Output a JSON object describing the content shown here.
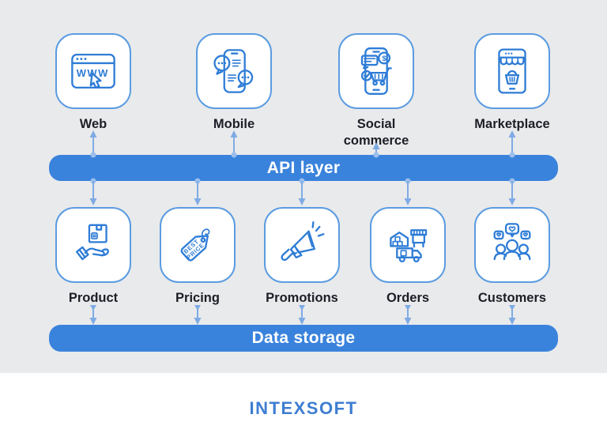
{
  "diagram": {
    "channels": [
      {
        "label": "Web",
        "icon": "web-icon"
      },
      {
        "label": "Mobile",
        "icon": "mobile-icon"
      },
      {
        "label": "Social commerce",
        "icon": "social-commerce-icon"
      },
      {
        "label": "Marketplace",
        "icon": "marketplace-icon"
      }
    ],
    "api_layer_label": "API layer",
    "services": [
      {
        "label": "Product",
        "icon": "product-icon"
      },
      {
        "label": "Pricing",
        "icon": "pricing-icon"
      },
      {
        "label": "Promotions",
        "icon": "promotions-icon"
      },
      {
        "label": "Orders",
        "icon": "orders-icon"
      },
      {
        "label": "Customers",
        "icon": "customers-icon"
      }
    ],
    "data_storage_label": "Data storage"
  },
  "icon_texts": {
    "web_www": "WWW",
    "social_dollar": "$",
    "pricing_line1": "BEST",
    "pricing_line2": "PRICE"
  },
  "footer": {
    "logo_text": "INTEXSOFT"
  },
  "colors": {
    "panel_background": "#e9eaec",
    "page_background": "#ffffff",
    "bar_blue": "#3a83dc",
    "bar_text": "#ffffff",
    "icon_stroke": "#2e7cd6",
    "icon_box_border": "#5b9ce1",
    "arrow_blue": "#7fabe4",
    "label_text": "#1d1e26",
    "logo_blue": "#3e7dd2"
  }
}
